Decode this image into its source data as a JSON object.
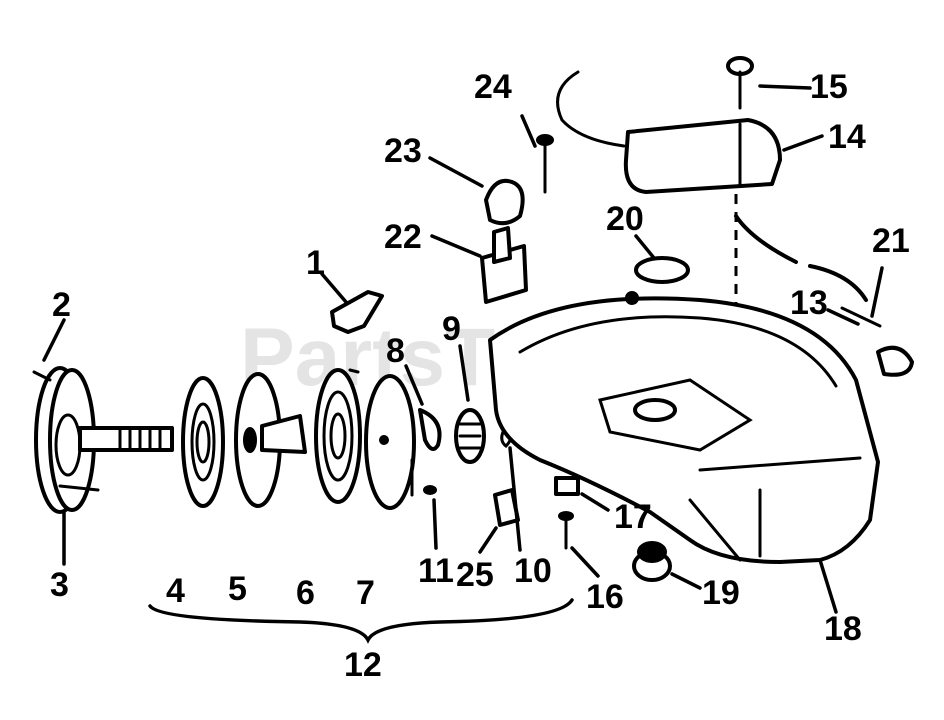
{
  "watermark": {
    "text": "PartsTree",
    "trademark": "™"
  },
  "callouts": [
    "1",
    "2",
    "3",
    "4",
    "5",
    "6",
    "7",
    "8",
    "9",
    "10",
    "11",
    "12",
    "13",
    "14",
    "15",
    "16",
    "17",
    "18",
    "19",
    "20",
    "21",
    "22",
    "23",
    "24",
    "25"
  ],
  "colors": {
    "ink": "#000000",
    "paper": "#ffffff",
    "watermark": "#cfcfcf"
  }
}
